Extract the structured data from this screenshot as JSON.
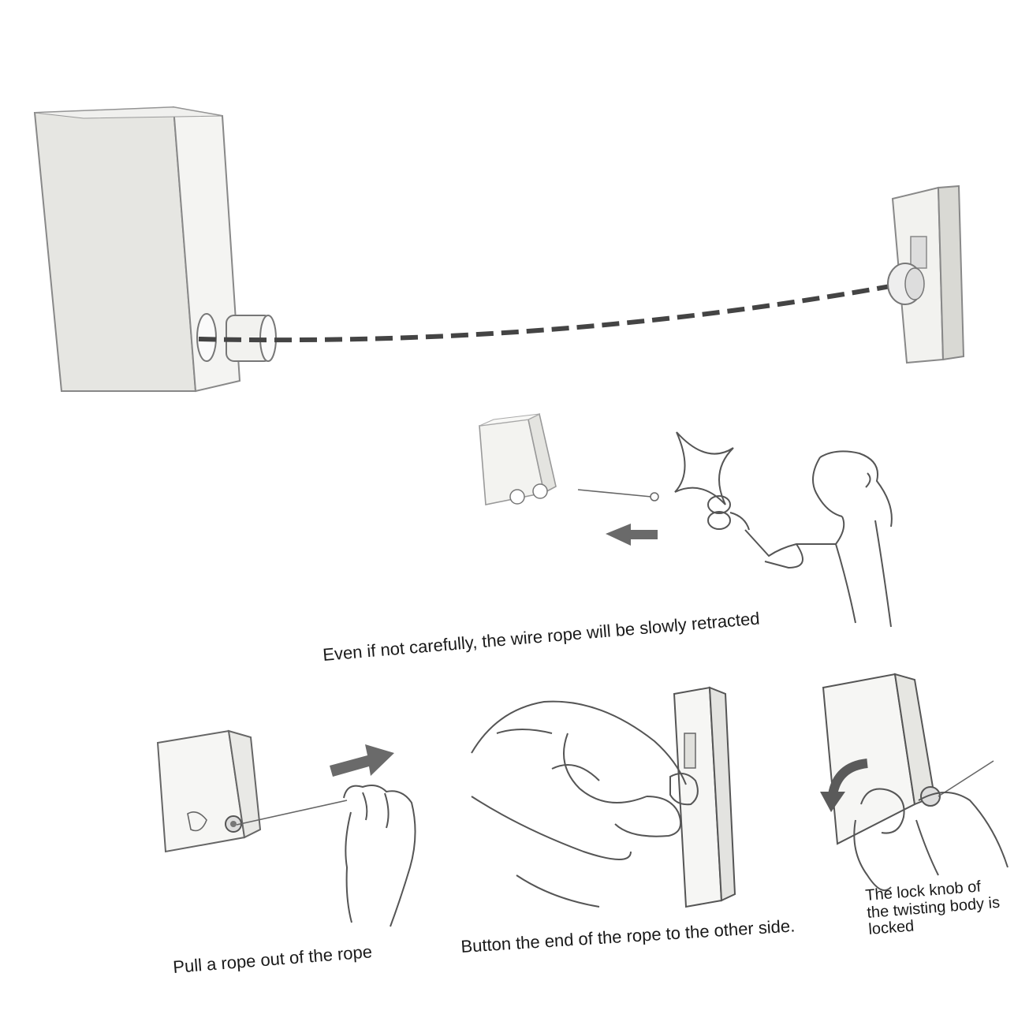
{
  "captions": {
    "retract": "Even if not carefully, the wire rope will be slowly retracted",
    "pull": "Pull a rope out of the rope",
    "button": "Button the end of the rope to the other side.",
    "lock_line1": "The lock knob of",
    "lock_line2": "the twisting body is",
    "lock_line3": "locked"
  },
  "colors": {
    "box_face": "#e6e6e2",
    "box_side": "#f4f4f2",
    "outline": "#555555",
    "rope": "#444444",
    "arrow": "#5a5a5a"
  }
}
